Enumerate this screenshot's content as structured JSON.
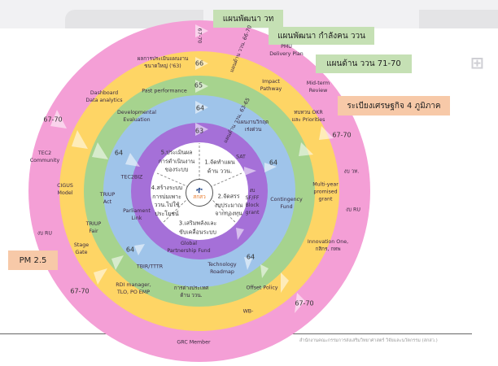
{
  "colors": {
    "pink": "#f49fd6",
    "yellow": "#fed565",
    "green": "#a6d38e",
    "blue": "#9fc4ea",
    "purple": "#a570d8",
    "center": "#ffffff"
  },
  "headers": {
    "plan_sti": "แผนพัฒนา วท",
    "plan_manpower": "แผนพัฒนา กำลังคน ววน",
    "plan_71_70": "แผนด้าน ววน 71-70",
    "corridor": "ระเบียงเศรษฐกิจ 4 ภูมิภาค",
    "pm25": "PM 2.5"
  },
  "pink": {
    "y_top": "67-70",
    "dashboard": "Dashboard\nData analytics",
    "y_left": "67-70",
    "tec2": "TEC2\nCommunity",
    "ru_left": "งบ RU",
    "y_bottom_left": "67-70",
    "grc": "GRC Member",
    "pmu": "PMU\nDelivery Plan",
    "midterm": "Mid-term\nReview",
    "y_right": "67-70",
    "budget_wt": "งบ วท.",
    "ru_right": "งบ RU",
    "y_bottom_right": "67-70",
    "plan_66_70": "แผนด้าน ววน. 66-70"
  },
  "yellow": {
    "eval": "ผลการประเมินแผนงาน\nขนาดใหญ่ ('63)",
    "year": "66",
    "cigus": "CIGUS\nModel",
    "triup_fair": "TRIUP\nFair",
    "stage_gate": "Stage\nGate",
    "impact": "Impact\nPathway",
    "okr": "ทบทวน OKR\nและ Priorities",
    "multiyear": "Multi-year\npromised\ngrant",
    "innovation_one": "Innovation One,\nกสิกร, กทพ",
    "wb": "WB-"
  },
  "green": {
    "past": "Past performance",
    "year": "65",
    "rdi": "RDI manager,\nTLO, PO EMP",
    "foreign": "การต่างประเทศ\nด้าน ววน.",
    "offset": "Offset Policy",
    "triup_act": "TRIUP\nAct",
    "plan_63_65": "แผนด้าน ววน. 63-65"
  },
  "blue": {
    "dev_eval": "Developmental\nEvaluation",
    "year": "64",
    "year_left": "64",
    "year_bottom_left": "64",
    "year_right": "64",
    "year_bottom_right": "64",
    "tec2biz": "TEC2BIZ",
    "parliament": "Parliament\nLink",
    "tbir": "TBIR/TTTR",
    "techroad": "Technology\nRoadmap",
    "contingency": "Contingency\nFund",
    "crisis": "แผนงานวิกฤต\nเร่งด่วน"
  },
  "purple": {
    "year": "63",
    "sat": "SAT",
    "sf_ff": "งบ\nSF/FF\nBlock\ngrant",
    "global": "Global\nPartnership Fund"
  },
  "center": {
    "s1": "1.จัดทำแผน\nด้าน ววน.",
    "s2": "2.จัดสรร\nงบประมาณ\nจากกองทุน",
    "s3": "3.เสริมพลังและ\nขับเคลื่อนระบบ",
    "s4": "4.สร้างระบบ\nการบ่มเพาะ\nววน.ไปใช้\nประโยชน์",
    "s5": "5.ประเมินผล\nการดำเนินงาน\nของระบบ",
    "logo": "สกสว"
  },
  "footer": "สำนักงานคณะกรรมการส่งเสริมวิทยาศาสตร์ วิจัยและนวัตกรรม (สกสว.)"
}
